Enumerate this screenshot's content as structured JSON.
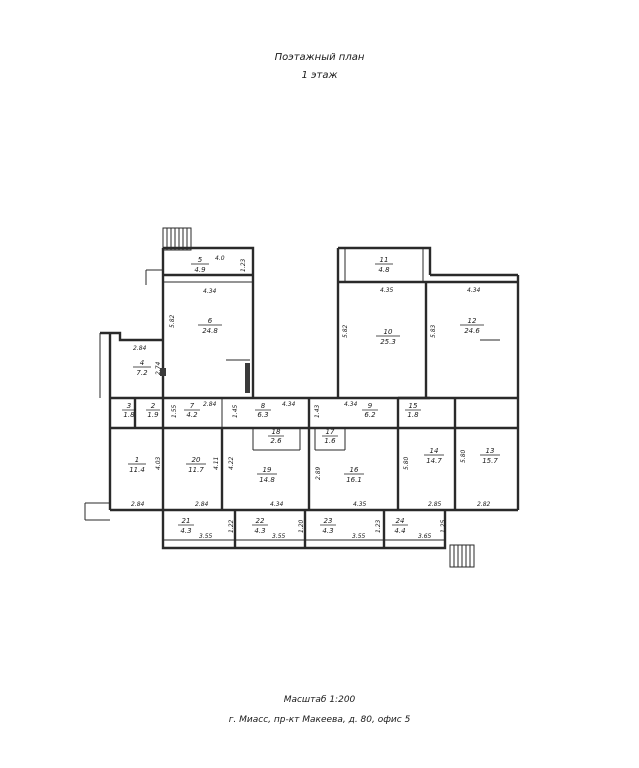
{
  "header": {
    "title": "Поэтажный план",
    "subtitle": "1 этаж"
  },
  "footer": {
    "scale": "Масштаб 1:200",
    "address": "г. Миасс, пр-кт Макеева, д. 80, офис 5"
  },
  "rooms": [
    {
      "id": "1",
      "area": "11.4"
    },
    {
      "id": "2",
      "area": "1.9"
    },
    {
      "id": "3",
      "area": "1.8"
    },
    {
      "id": "4",
      "area": "7.2"
    },
    {
      "id": "5",
      "area": "4.9"
    },
    {
      "id": "6",
      "area": "24.8"
    },
    {
      "id": "7",
      "area": "4.2"
    },
    {
      "id": "8",
      "area": "6.3"
    },
    {
      "id": "9",
      "area": "6.2"
    },
    {
      "id": "10",
      "area": "25.3"
    },
    {
      "id": "11",
      "area": "4.8"
    },
    {
      "id": "12",
      "area": "24.6"
    },
    {
      "id": "13",
      "area": "15.7"
    },
    {
      "id": "14",
      "area": "14.7"
    },
    {
      "id": "15",
      "area": "1.8"
    },
    {
      "id": "16",
      "area": "16.1"
    },
    {
      "id": "17",
      "area": "1.6"
    },
    {
      "id": "18",
      "area": "2.6"
    },
    {
      "id": "19",
      "area": "14.8"
    },
    {
      "id": "20",
      "area": "11.7"
    },
    {
      "id": "21",
      "area": "4.3"
    },
    {
      "id": "22",
      "area": "4.3"
    },
    {
      "id": "23",
      "area": "4.3"
    },
    {
      "id": "24",
      "area": "4.4"
    }
  ],
  "dimensions": [
    "4.0",
    "1.23",
    "4.34",
    "5.82",
    "2.84",
    "2.74",
    "4.35",
    "5.82",
    "4.34",
    "5.83",
    "1.55",
    "2.84",
    "1.45",
    "4.34",
    "1.43",
    "4.34",
    "4.03",
    "4.11",
    "4.22",
    "2.89",
    "5.80",
    "5.80",
    "2.84",
    "2.84",
    "4.34",
    "4.35",
    "2.85",
    "2.82",
    "1.22",
    "1.20",
    "1.23",
    "1.25",
    "3.55",
    "3.55",
    "3.55",
    "3.65"
  ]
}
